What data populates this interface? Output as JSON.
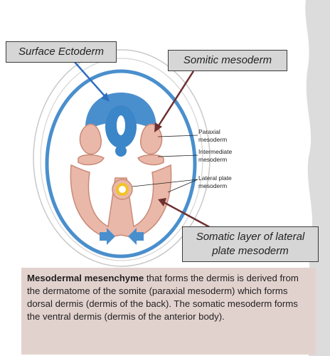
{
  "labels": {
    "surface_ectoderm": "Surface Ectoderm",
    "somitic_mesoderm": "Somitic mesoderm",
    "paraxial": [
      "Paraxial",
      "mesoderm"
    ],
    "intermediate": [
      "Intermediate",
      "mesoderm"
    ],
    "lateral_plate": [
      "Lateral plate",
      "mesoderm"
    ],
    "somatic_layer": [
      "Somatic layer of lateral",
      "plate mesoderm"
    ]
  },
  "info": {
    "bold": "Mesodermal mesenchyme",
    "text": " that forms the dermis is derived from the dermatome of the somite (paraxial mesoderm) which forms dorsal dermis (dermis of the back). The somatic mesoderm forms the ventral dermis (dermis of the anterior body)."
  },
  "colors": {
    "ectoderm_blue": "#4a8fcd",
    "neural_blue": "#3b86c8",
    "mesoderm_pink": "#eab8a8",
    "mesoderm_outline": "#c98a78",
    "arrow_blue": "#2e6fbf",
    "arrow_brown": "#6e3030",
    "label_box": "#d6d6d6",
    "info_box": "#e2d2ce"
  }
}
